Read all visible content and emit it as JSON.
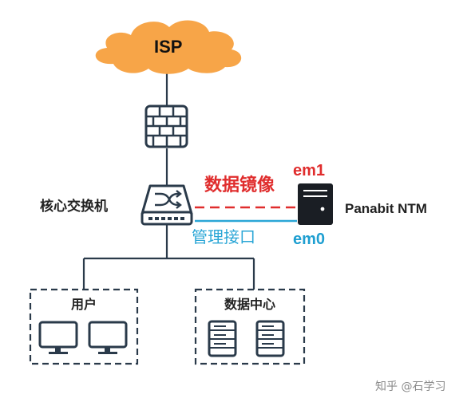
{
  "nodes": {
    "isp": "ISP",
    "core_switch": "核心交换机",
    "panabit": "Panabit NTM",
    "users_group": "用户",
    "datacenter_group": "数据中心"
  },
  "links": {
    "mirror_label": "数据镜像",
    "em1": "em1",
    "management_label": "管理接口",
    "em0": "em0"
  },
  "watermark": "知乎 @石学习",
  "colors": {
    "mirror": "#e02d2d",
    "management": "#2aa6d6",
    "cloud": "#f7a548",
    "lines": "#2a3a4a"
  },
  "icons": {
    "isp": "cloud-icon",
    "firewall": "firewall-icon",
    "core_switch": "switch-icon",
    "panabit": "server-tower-icon",
    "users": "monitor-icon",
    "datacenter": "rack-server-icon"
  }
}
